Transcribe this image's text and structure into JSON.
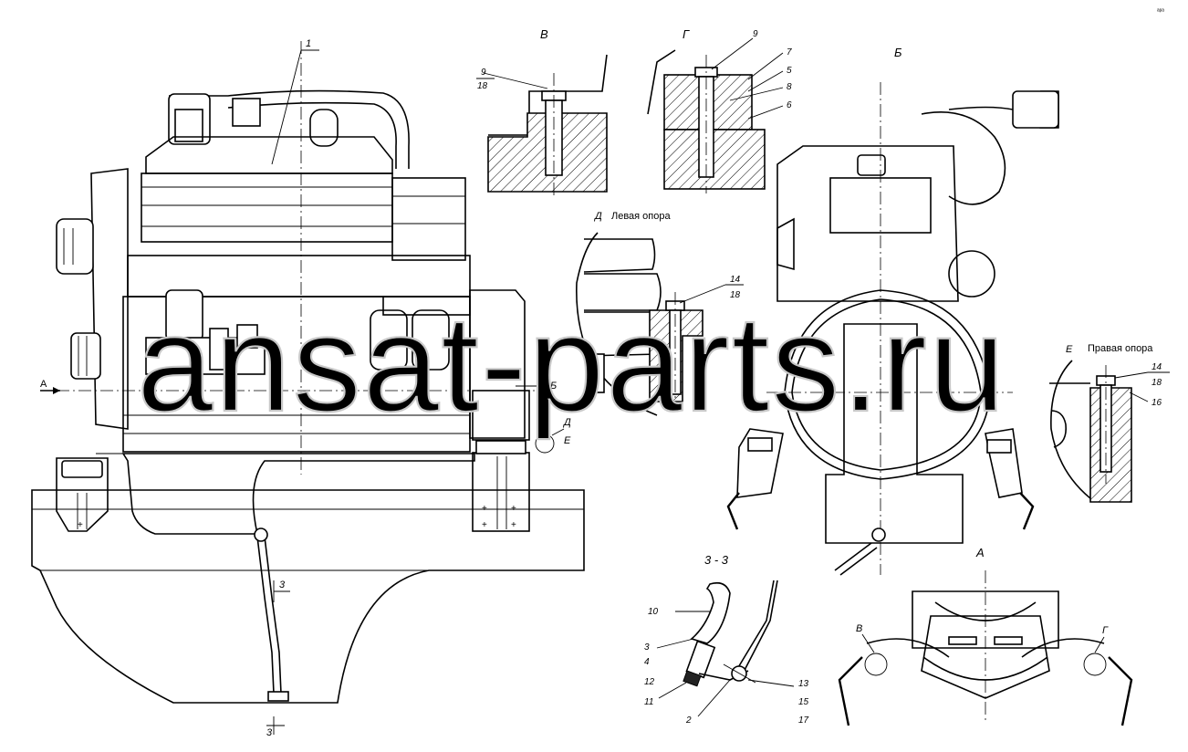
{
  "corner_mark": "ᵃᵖᵃ",
  "watermark": "ansat-parts.ru",
  "views": {
    "B": "В",
    "G": "Г",
    "B6": "Б",
    "D": "Д",
    "D_caption": "Левая опора",
    "E": "Е",
    "E_caption": "Правая опора",
    "section33": "3 - 3",
    "A": "А"
  },
  "main_view": {
    "arrow_label": "А",
    "section_label": "3",
    "section_label_bottom": "3",
    "b_label": "Б",
    "d_label": "Д",
    "e_label": "Е"
  },
  "view_A": {
    "left_label": "В",
    "right_label": "Г"
  },
  "callouts": {
    "main": [
      "1"
    ],
    "view_B": [
      "9",
      "18"
    ],
    "view_G": [
      "9",
      "7",
      "5",
      "8",
      "6"
    ],
    "view_D": [
      "14",
      "18"
    ],
    "view_E": [
      "14",
      "18",
      "16"
    ],
    "section33_left": [
      "10",
      "3",
      "4",
      "12",
      "11"
    ],
    "section33_right": [
      "13",
      "15",
      "17"
    ],
    "section33_bottom": [
      "2"
    ]
  }
}
